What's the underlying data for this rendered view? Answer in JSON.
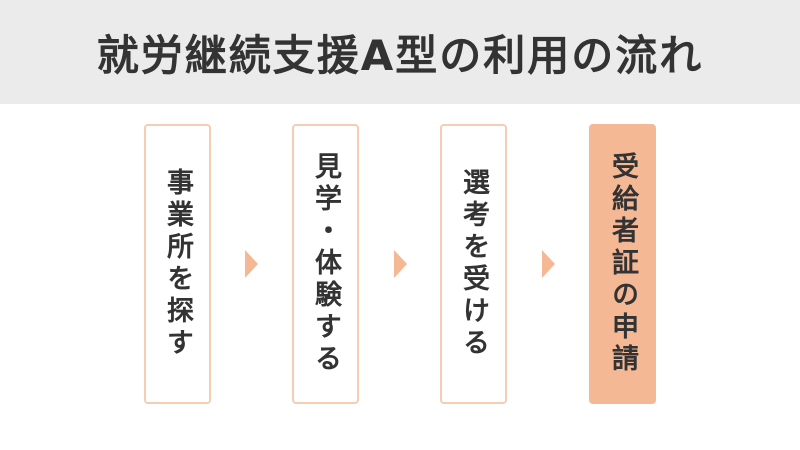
{
  "title": "就労継続支援A型の利用の流れ",
  "colors": {
    "header_bg": "#ebebeb",
    "accent": "#f5b895",
    "box_border": "#f5cdb3",
    "text": "#333333"
  },
  "steps": [
    {
      "label": "事業所を探す",
      "highlighted": false
    },
    {
      "label": "見学・体験する",
      "highlighted": false
    },
    {
      "label": "選考を受ける",
      "highlighted": false
    },
    {
      "label": "受給者証の申請",
      "highlighted": true
    }
  ],
  "arrow_icon": "chevron-right-triangle"
}
